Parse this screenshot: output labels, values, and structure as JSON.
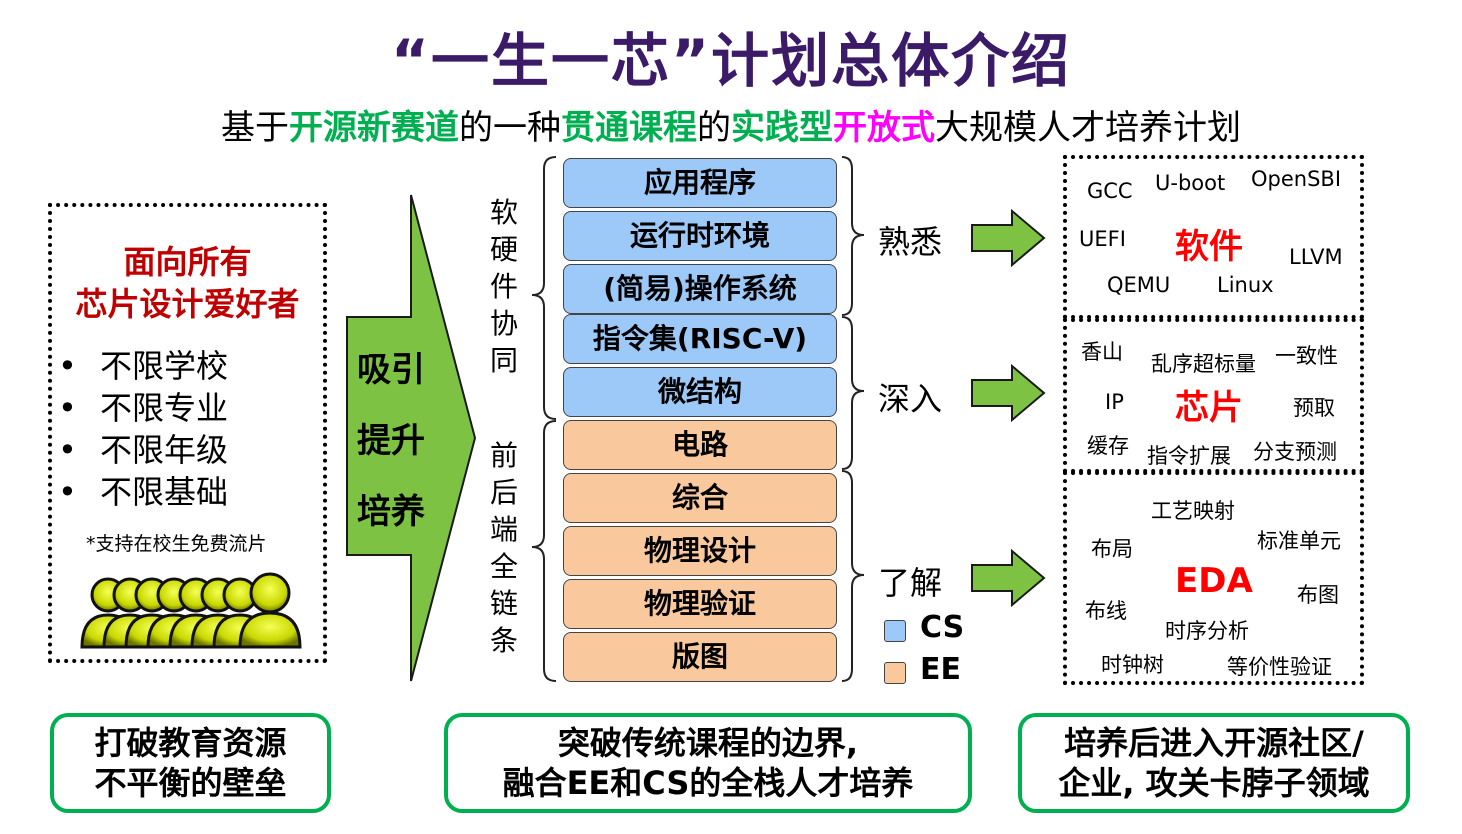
{
  "title": "“一生一芯”计划总体介绍",
  "subtitle": {
    "p1": "基于",
    "hl1": "开源新赛道",
    "p2": "的一种",
    "hl2": "贯通课程",
    "p3": "的",
    "hl3": "实践型",
    "hl4": "开放式",
    "p4": "大规模人才培养计划"
  },
  "audience": {
    "heading_1": "面向所有",
    "heading_2": "芯片设计爱好者",
    "items": [
      "不限学校",
      "不限专业",
      "不限年级",
      "不限基础"
    ],
    "note": "*支持在校生免费流片"
  },
  "arrow": {
    "lines": [
      "吸引",
      "提升",
      "培养"
    ]
  },
  "vertical_labels": {
    "top": "软硬件协同",
    "bottom": "前后端全链条"
  },
  "layers": [
    {
      "label": "应用程序",
      "type": "CS"
    },
    {
      "label": "运行时环境",
      "type": "CS"
    },
    {
      "label": "(简易)操作系统",
      "type": "CS"
    },
    {
      "label": "指令集(RISC-V)",
      "type": "CS"
    },
    {
      "label": "微结构",
      "type": "CS"
    },
    {
      "label": "电路",
      "type": "EE"
    },
    {
      "label": "综合",
      "type": "EE"
    },
    {
      "label": "物理设计",
      "type": "EE"
    },
    {
      "label": "物理验证",
      "type": "EE"
    },
    {
      "label": "版图",
      "type": "EE"
    }
  ],
  "levels": [
    "熟悉",
    "深入",
    "了解"
  ],
  "legend": [
    {
      "label": "CS",
      "color": "#9cc9f7"
    },
    {
      "label": "EE",
      "color": "#f9c99d"
    }
  ],
  "software": {
    "main": "软件",
    "keywords": [
      "GCC",
      "U-boot",
      "OpenSBI",
      "UEFI",
      "LLVM",
      "QEMU",
      "Linux"
    ]
  },
  "chip": {
    "main": "芯片",
    "keywords": [
      "香山",
      "乱序超标量",
      "一致性",
      "IP",
      "预取",
      "缓存",
      "指令扩展",
      "分支预测"
    ]
  },
  "eda": {
    "main": "EDA",
    "keywords": [
      "工艺映射",
      "布局",
      "标准单元",
      "布图",
      "布线",
      "时序分析",
      "时钟树",
      "等价性验证"
    ]
  },
  "bottom_boxes": [
    {
      "line1": "打破教育资源",
      "line2": "不平衡的壁垒"
    },
    {
      "line1": "突破传统课程的边界,",
      "line2": "融合EE和CS的全栈人才培养"
    },
    {
      "line1": "培养后进入开源社区/",
      "line2": "企业, 攻关卡脖子领域"
    }
  ],
  "colors": {
    "title": "#3b1a68",
    "highlight_green": "#00b050",
    "highlight_magenta": "#ff00ff",
    "red": "#ff0000",
    "dark_red": "#c00000",
    "arrow_green": "#7dc242",
    "cs_blue": "#9cc9f7",
    "ee_orange": "#f9c99d"
  }
}
